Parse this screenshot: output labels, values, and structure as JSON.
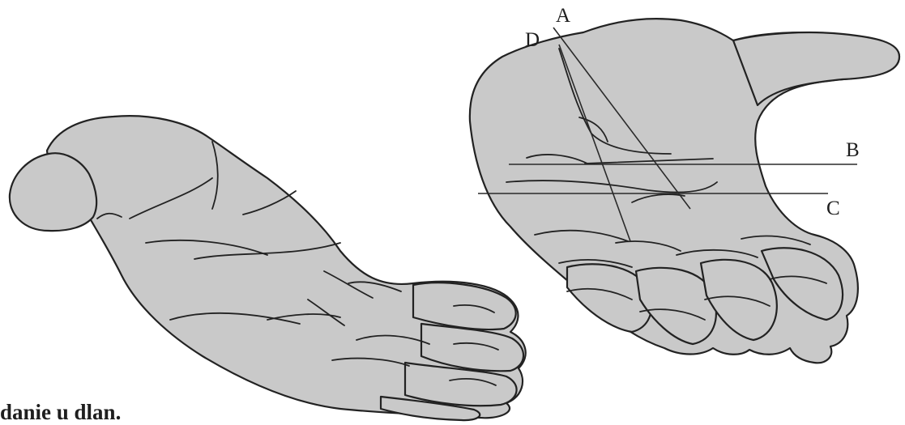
{
  "figure": {
    "labels": {
      "a": "A",
      "b": "B",
      "c": "C",
      "d": "D"
    },
    "caption": "danie u dlan."
  }
}
